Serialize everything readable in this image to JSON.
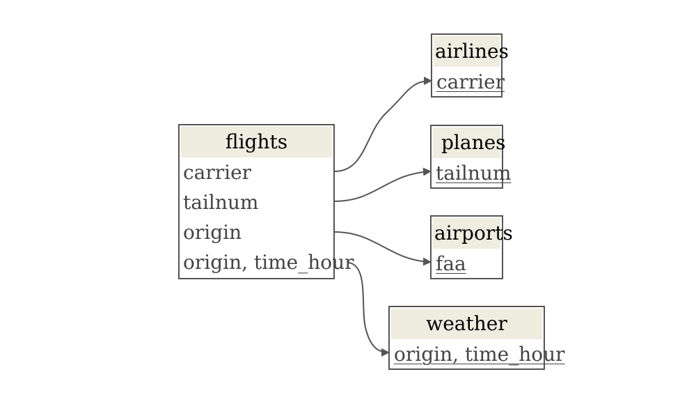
{
  "diagram": {
    "tables": {
      "flights": {
        "title": "flights",
        "columns": [
          "carrier",
          "tailnum",
          "origin",
          "origin, time_hour"
        ]
      },
      "airlines": {
        "title": "airlines",
        "key": "carrier"
      },
      "planes": {
        "title": "planes",
        "key": "tailnum"
      },
      "airports": {
        "title": "airports",
        "key": "faa"
      },
      "weather": {
        "title": "weather",
        "key": "origin, time_hour"
      }
    },
    "relations": [
      {
        "from_table": "flights",
        "from_column": "carrier",
        "to_table": "airlines",
        "to_column": "carrier"
      },
      {
        "from_table": "flights",
        "from_column": "tailnum",
        "to_table": "planes",
        "to_column": "tailnum"
      },
      {
        "from_table": "flights",
        "from_column": "origin",
        "to_table": "airports",
        "to_column": "faa"
      },
      {
        "from_table": "flights",
        "from_column": "origin, time_hour",
        "to_table": "weather",
        "to_column": "origin, time_hour"
      }
    ],
    "colors": {
      "header_fill": "#efece0",
      "border": "#555555",
      "edge": "#555555",
      "column_text": "#444444",
      "header_text": "#000000"
    }
  }
}
